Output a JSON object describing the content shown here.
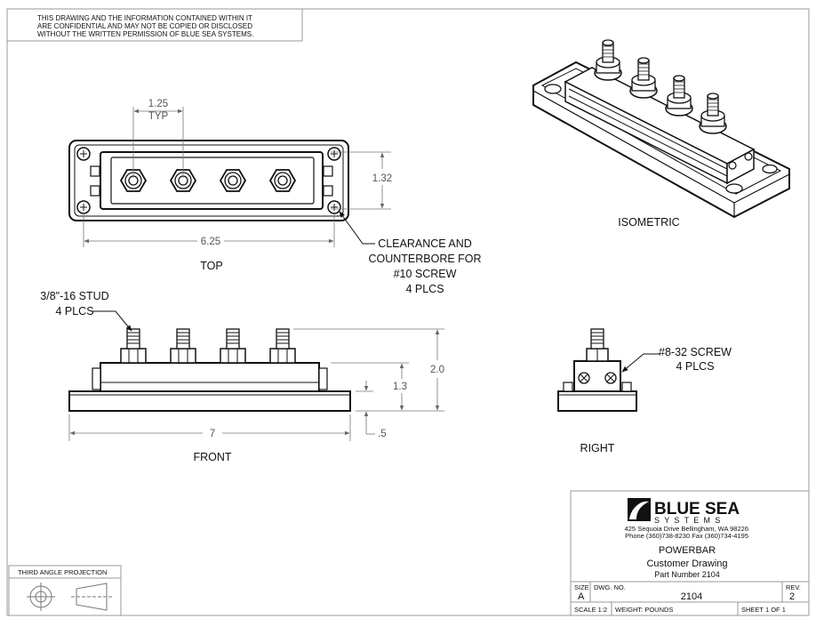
{
  "notice": {
    "line1": "THIS DRAWING AND THE INFORMATION CONTAINED WITHIN IT",
    "line2": "ARE CONFIDENTIAL AND MAY NOT BE COPIED OR DISCLOSED",
    "line3": "WITHOUT THE WRITTEN PERMISSION OF BLUE SEA SYSTEMS."
  },
  "views": {
    "top": "TOP",
    "front": "FRONT",
    "right": "RIGHT",
    "isometric": "ISOMETRIC"
  },
  "dimensions": {
    "pitch": "1.25",
    "pitch_note": "TYP",
    "width_top": "1.32",
    "length_top": "6.25",
    "length_front": "7",
    "height_total": "2.0",
    "height_block": "1.3",
    "base_thickness": ".5"
  },
  "callouts": {
    "clearance": [
      "CLEARANCE AND",
      "COUNTERBORE FOR",
      "#10 SCREW",
      "4 PLCS"
    ],
    "stud": [
      "3/8\"-16 STUD",
      "4 PLCS"
    ],
    "screw": [
      "#8-32 SCREW",
      "4 PLCS"
    ]
  },
  "projection": {
    "label": "THIRD ANGLE PROJECTION"
  },
  "title_block": {
    "company_word1": "BLUE SEA",
    "company_word2": "SYSTEMS",
    "address_line1": "425 Sequoia Drive   Bellingham, WA 98226",
    "address_line2": "Phone (360)738-8230   Fax (360)734-4195",
    "product": "POWERBAR",
    "drawing_type": "Customer Drawing",
    "part_number": "Part Number 2104",
    "size_label": "SIZE",
    "size_value": "A",
    "dwg_no_label": "DWG. NO.",
    "dwg_no_value": "2104",
    "rev_label": "REV.",
    "rev_value": "2",
    "scale": "SCALE 1:2",
    "weight": "WEIGHT:  POUNDS",
    "sheet": "SHEET 1 OF 1"
  }
}
